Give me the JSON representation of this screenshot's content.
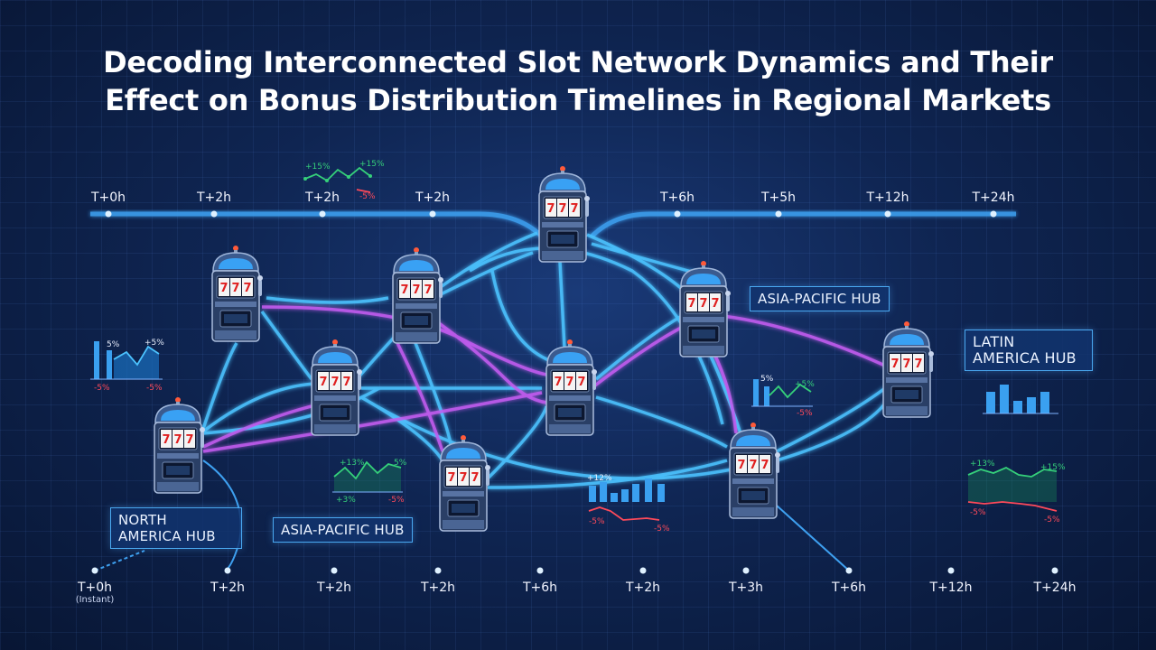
{
  "title": {
    "line1": "Decoding Interconnected Slot Network Dynamics and Their",
    "line2": "Effect on Bonus Distribution Timelines in Regional Markets"
  },
  "top_timeline": [
    "T+0h",
    "T+2h",
    "T+2h",
    "T+2h",
    "T+6h",
    "T+5h",
    "T+12h",
    "T+24h"
  ],
  "bottom_timeline": [
    {
      "label": "T+0h",
      "sub": "(Instant)"
    },
    {
      "label": "T+2h",
      "sub": ""
    },
    {
      "label": "T+2h",
      "sub": ""
    },
    {
      "label": "T+2h",
      "sub": ""
    },
    {
      "label": "T+6h",
      "sub": ""
    },
    {
      "label": "T+2h",
      "sub": ""
    },
    {
      "label": "T+3h",
      "sub": ""
    },
    {
      "label": "T+6h",
      "sub": ""
    },
    {
      "label": "T+12h",
      "sub": ""
    },
    {
      "label": "T+24h",
      "sub": ""
    }
  ],
  "hubs": {
    "north_america": "NORTH AMERICA HUB",
    "asia_pacific_1": "ASIA-PACIFIC HUB",
    "asia_pacific_2": "ASIA-PACIFIC HUB",
    "latin_america": "LATIN AMERICA HUB"
  },
  "mini_charts": {
    "top": {
      "up1": "+15%",
      "up2": "+15%",
      "down": "-5%"
    },
    "left": {
      "up1": "5%",
      "up2": "+5%",
      "down1": "-5%",
      "down2": "-5%"
    },
    "center_left": {
      "up1": "+13%",
      "up2": "5%",
      "down1": "+3%",
      "down2": "-5%"
    },
    "center": {
      "up": "+12%",
      "down1": "-5%",
      "down2": "-5%"
    },
    "right_mid": {
      "up1": "5%",
      "up2": "+5%",
      "down": "-5%"
    },
    "right_low": {
      "up1": "+13%",
      "up2": "+15%",
      "down1": "-5%",
      "down2": "-5%"
    }
  },
  "reel_symbol": "7",
  "colors": {
    "cyan_link": "#4cc3ff",
    "magenta_link": "#c45cf0",
    "timeline": "#3ea0f0",
    "up": "#35d07a",
    "down": "#ff4a5a",
    "bar": "#3aa0f0"
  }
}
